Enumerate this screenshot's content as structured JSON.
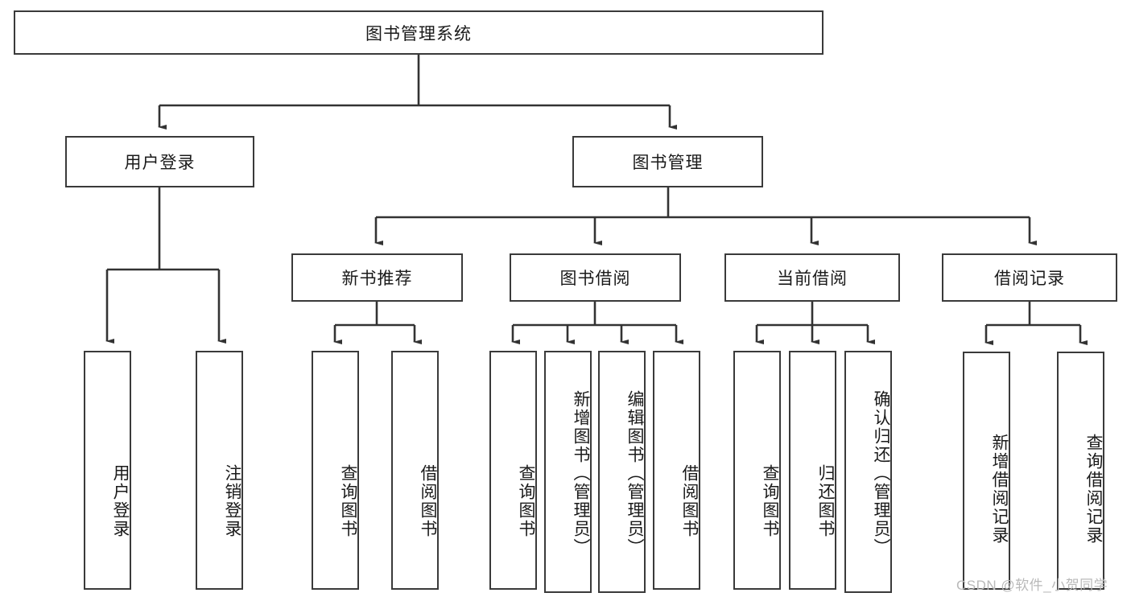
{
  "diagram": {
    "title": "图书管理系统",
    "type": "hierarchy-tree",
    "root": {
      "id": "root",
      "label": "图书管理系统"
    },
    "level1": [
      {
        "id": "user-login",
        "label": "用户登录"
      },
      {
        "id": "book-admin",
        "label": "图书管理"
      }
    ],
    "level2": [
      {
        "id": "new-book-recommend",
        "label": "新书推荐",
        "parent": "book-admin"
      },
      {
        "id": "book-borrow",
        "label": "图书借阅",
        "parent": "book-admin"
      },
      {
        "id": "current-borrow",
        "label": "当前借阅",
        "parent": "book-admin"
      },
      {
        "id": "borrow-record",
        "label": "借阅记录",
        "parent": "book-admin"
      }
    ],
    "leaves": [
      {
        "id": "leaf-user-login",
        "label": "用户登录",
        "parent": "user-login"
      },
      {
        "id": "leaf-logout",
        "label": "注销登录",
        "parent": "user-login"
      },
      {
        "id": "leaf-query-book-1",
        "label": "查询图书",
        "parent": "new-book-recommend"
      },
      {
        "id": "leaf-borrow-book-1",
        "label": "借阅图书",
        "parent": "new-book-recommend"
      },
      {
        "id": "leaf-query-book-2",
        "label": "查询图书",
        "parent": "book-borrow"
      },
      {
        "id": "leaf-add-book",
        "label": "新增图书（管理员）",
        "parent": "book-borrow"
      },
      {
        "id": "leaf-edit-book",
        "label": "编辑图书（管理员）",
        "parent": "book-borrow"
      },
      {
        "id": "leaf-borrow-book-2",
        "label": "借阅图书",
        "parent": "book-borrow"
      },
      {
        "id": "leaf-query-book-3",
        "label": "查询图书",
        "parent": "current-borrow"
      },
      {
        "id": "leaf-return-book",
        "label": "归还图书",
        "parent": "current-borrow"
      },
      {
        "id": "leaf-confirm-return",
        "label": "确认归还（管理员）",
        "parent": "current-borrow"
      },
      {
        "id": "leaf-add-record",
        "label": "新增借阅记录",
        "parent": "borrow-record"
      },
      {
        "id": "leaf-query-record",
        "label": "查询借阅记录",
        "parent": "borrow-record"
      }
    ],
    "colors": {
      "box_border": "#3a3a3a",
      "box_fill": "#ffffff",
      "connector": "#333333",
      "text": "#1a1a1a",
      "watermark": "#b9b9b9"
    }
  },
  "watermark": {
    "text": "CSDN @软件_小贺同学"
  }
}
